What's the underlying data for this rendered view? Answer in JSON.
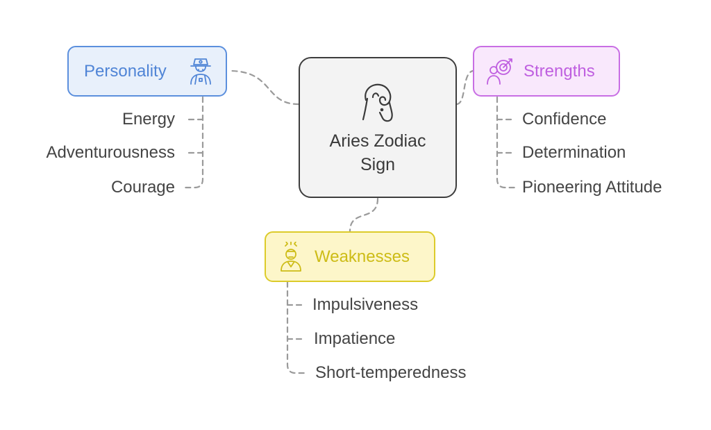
{
  "center": {
    "title": "Aries Zodiac Sign",
    "icon": "ram-head-icon"
  },
  "personality": {
    "label": "Personality",
    "icon": "adventurer-person-icon",
    "items": [
      "Energy",
      "Adventurousness",
      "Courage"
    ]
  },
  "strengths": {
    "label": "Strengths",
    "icon": "person-target-icon",
    "items": [
      "Confidence",
      "Determination",
      "Pioneering Attitude"
    ]
  },
  "weaknesses": {
    "label": "Weaknesses",
    "icon": "frustrated-person-icon",
    "items": [
      "Impulsiveness",
      "Impatience",
      "Short-temperedness"
    ]
  },
  "colors": {
    "personality_border": "#5b8fdd",
    "personality_fill": "#e8f0fb",
    "strengths_border": "#c86ee4",
    "strengths_fill": "#f9e8fc",
    "weaknesses_border": "#dccb2a",
    "weaknesses_fill": "#fdf6c9",
    "center_border": "#3d3d3d",
    "center_fill": "#f3f3f3",
    "connector": "#999999"
  }
}
